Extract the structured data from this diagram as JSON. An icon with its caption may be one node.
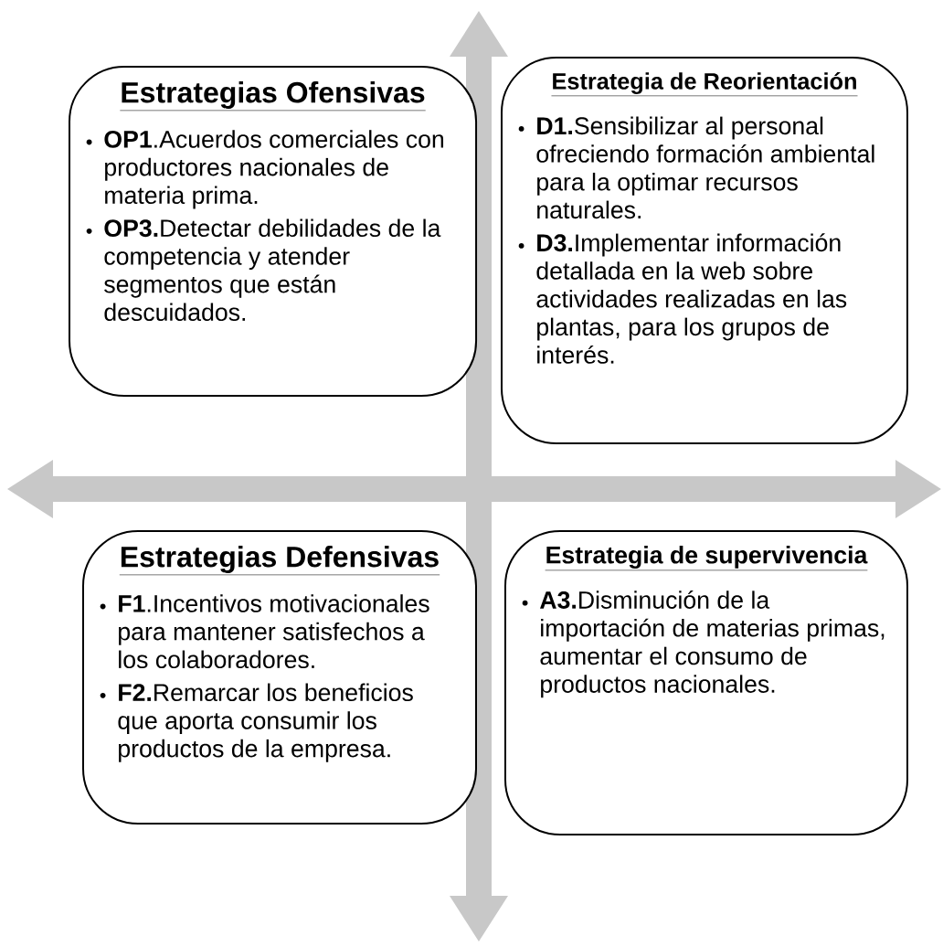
{
  "diagram": {
    "nodes": [
      {
        "text": [
          "Estrategias Ofensivas",
          "**OP1**.Acuerdos comerciales con productores nacionales de materia prima.",
          "**OP3.**Detectar debilidades de la competencia y atender segmentos que están descuidados."
        ]
      },
      {
        "text": [
          "Estrategia de Reorientación",
          "**D1.**Sensibilizar al personal ofreciendo formación ambiental para la optimar recursos naturales.",
          "**D3.**Implementar información detallada en la web sobre actividades realizadas en las plantas, para los grupos de interés."
        ]
      },
      {
        "text": [
          "Estrategias Defensivas",
          "**F1**.Incentivos motivacionales para mantener satisfechos a los colaboradores.",
          "**F2.**Remarcar los beneficios que aporta consumir los productos de la empresa."
        ]
      },
      {
        "text": [
          "Estrategia de supervivencia",
          "**A3.**Disminución de la importación de materias primas, aumentar el consumo de productos nacionales."
        ]
      }
    ]
  }
}
